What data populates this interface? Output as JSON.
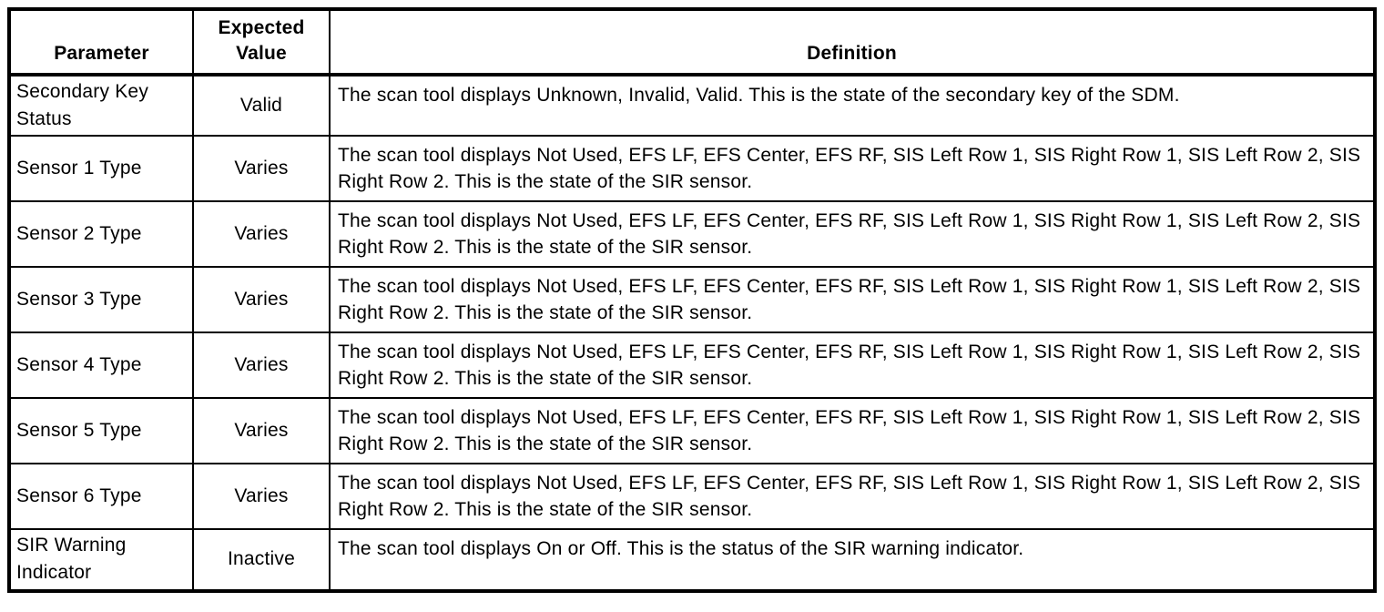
{
  "page": {
    "background_color": "#ffffff",
    "border_color": "#000000",
    "text_color": "#000000"
  },
  "table": {
    "headers": {
      "parameter": "Parameter",
      "expected_value": "Expected\nValue",
      "definition": "Definition"
    },
    "rows": [
      {
        "parameter": "Secondary Key Status",
        "expected_value": "Valid",
        "definition": "The scan tool displays Unknown, Invalid, Valid. This is the state of the secondary key of the SDM."
      },
      {
        "parameter": "Sensor 1 Type",
        "expected_value": "Varies",
        "definition": "The scan tool displays Not Used, EFS LF, EFS Center, EFS RF, SIS Left Row 1, SIS Right Row 1, SIS Left Row 2, SIS Right Row 2. This is the state of the SIR sensor."
      },
      {
        "parameter": "Sensor 2 Type",
        "expected_value": "Varies",
        "definition": "The scan tool displays Not Used, EFS LF, EFS Center, EFS RF, SIS Left Row 1, SIS Right Row 1, SIS Left Row 2, SIS Right Row 2. This is the state of the SIR sensor."
      },
      {
        "parameter": "Sensor 3 Type",
        "expected_value": "Varies",
        "definition": "The scan tool displays Not Used, EFS LF, EFS Center, EFS RF, SIS Left Row 1, SIS Right Row 1, SIS Left Row 2, SIS Right Row 2. This is the state of the SIR sensor."
      },
      {
        "parameter": "Sensor 4 Type",
        "expected_value": "Varies",
        "definition": "The scan tool displays Not Used, EFS LF, EFS Center, EFS RF, SIS Left Row 1, SIS Right Row 1, SIS Left Row 2, SIS Right Row 2. This is the state of the SIR sensor."
      },
      {
        "parameter": "Sensor 5 Type",
        "expected_value": "Varies",
        "definition": "The scan tool displays Not Used, EFS LF, EFS Center, EFS RF, SIS Left Row 1, SIS Right Row 1, SIS Left Row 2, SIS Right Row 2. This is the state of the SIR sensor."
      },
      {
        "parameter": "Sensor 6 Type",
        "expected_value": "Varies",
        "definition": "The scan tool displays Not Used, EFS LF, EFS Center, EFS RF, SIS Left Row 1, SIS Right Row 1, SIS Left Row 2, SIS Right Row 2. This is the state of the SIR sensor."
      },
      {
        "parameter": "SIR Warning Indicator",
        "expected_value": "Inactive",
        "definition": "The scan tool displays On or Off. This is the status of the SIR warning indicator."
      }
    ]
  }
}
